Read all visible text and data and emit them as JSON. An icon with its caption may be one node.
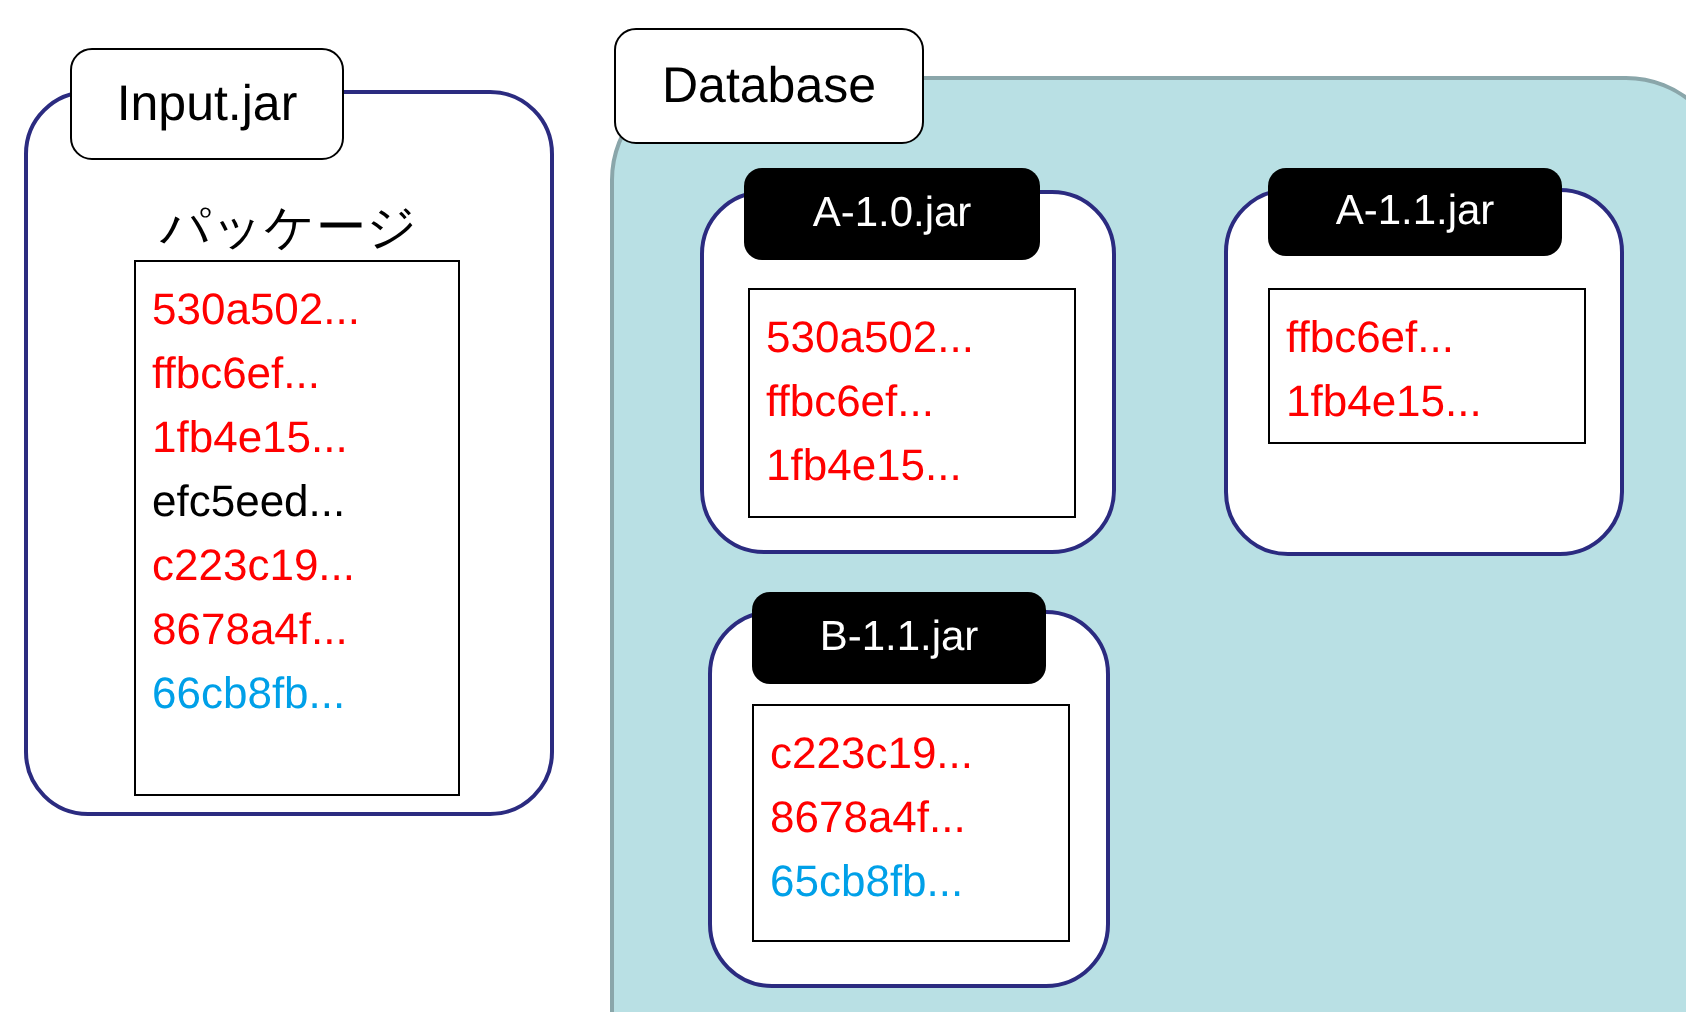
{
  "diagram": {
    "nodes": [
      {
        "text": [
          "Input.jar",
          "パッケージ"
        ]
      },
      {
        "text": [
          "530a502...",
          "ffbc6ef...",
          "1fb4e15...",
          "efc5eed...",
          "c223c19...",
          "8678a4f...",
          "66cb8fb..."
        ],
        "in": 0
      },
      {
        "text": [
          "Database"
        ]
      },
      {
        "text": [
          "A-1.0.jar"
        ],
        "in": 2
      },
      {
        "text": [
          "530a502...",
          "ffbc6ef...",
          "1fb4e15..."
        ],
        "in": 3
      },
      {
        "text": [
          "A-1.1.jar"
        ],
        "in": 2
      },
      {
        "text": [
          "ffbc6ef...",
          "1fb4e15..."
        ],
        "in": 5
      },
      {
        "text": [
          "B-1.1.jar"
        ],
        "in": 2
      },
      {
        "text": [
          "c223c19...",
          "8678a4f...",
          "65cb8fb..."
        ],
        "in": 7
      }
    ]
  }
}
